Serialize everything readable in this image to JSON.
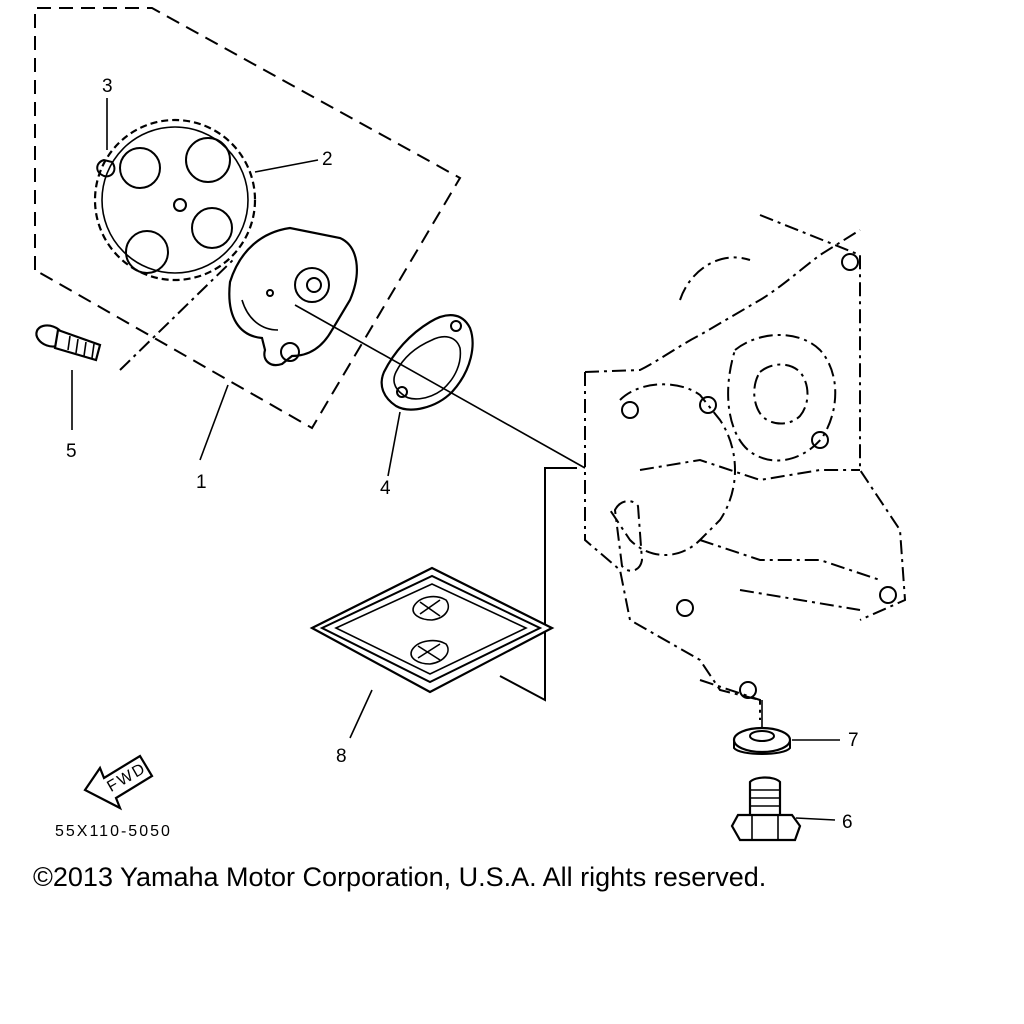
{
  "diagram": {
    "callouts": {
      "c1": "1",
      "c2": "2",
      "c3": "3",
      "c4": "4",
      "c5": "5",
      "c6": "6",
      "c7": "7",
      "c8": "8"
    },
    "fwd_label": "FWD",
    "drawing_code": "55X110-5050"
  },
  "copyright": "©2013 Yamaha Motor Corporation, U.S.A. All rights reserved."
}
